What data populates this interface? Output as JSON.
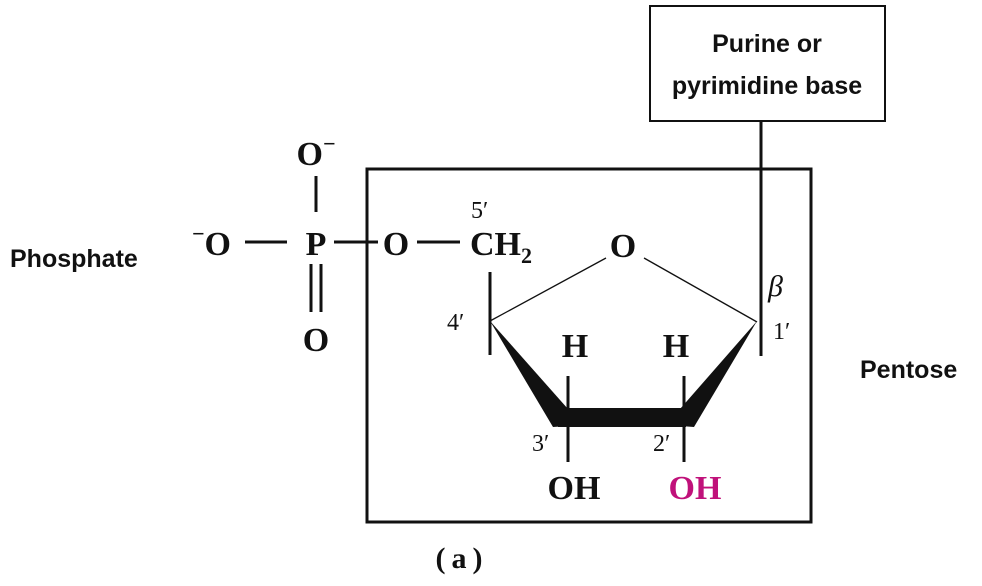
{
  "labels": {
    "phosphate": "Phosphate",
    "pentose": "Pentose",
    "base_line1": "Purine or",
    "base_line2": "pyrimidine base",
    "panel": "(a)"
  },
  "phosphate_group": {
    "o_top_main": "O",
    "o_top_charge": "−",
    "o_left_charge": "−",
    "o_left_main": "O",
    "p": "P",
    "o_bottom": "O",
    "o_bridge": "O"
  },
  "sugar": {
    "ch2_main": "CH",
    "ch2_sub": "2",
    "ring_o": "O",
    "h_left": "H",
    "h_right": "H",
    "oh_3": "OH",
    "oh_2": "OH",
    "c5": "5′",
    "c4": "4′",
    "c3": "3′",
    "c2": "2′",
    "c1": "1′",
    "beta": "β"
  },
  "colors": {
    "ink": "#111111",
    "highlight_oh": "#c0117a"
  }
}
